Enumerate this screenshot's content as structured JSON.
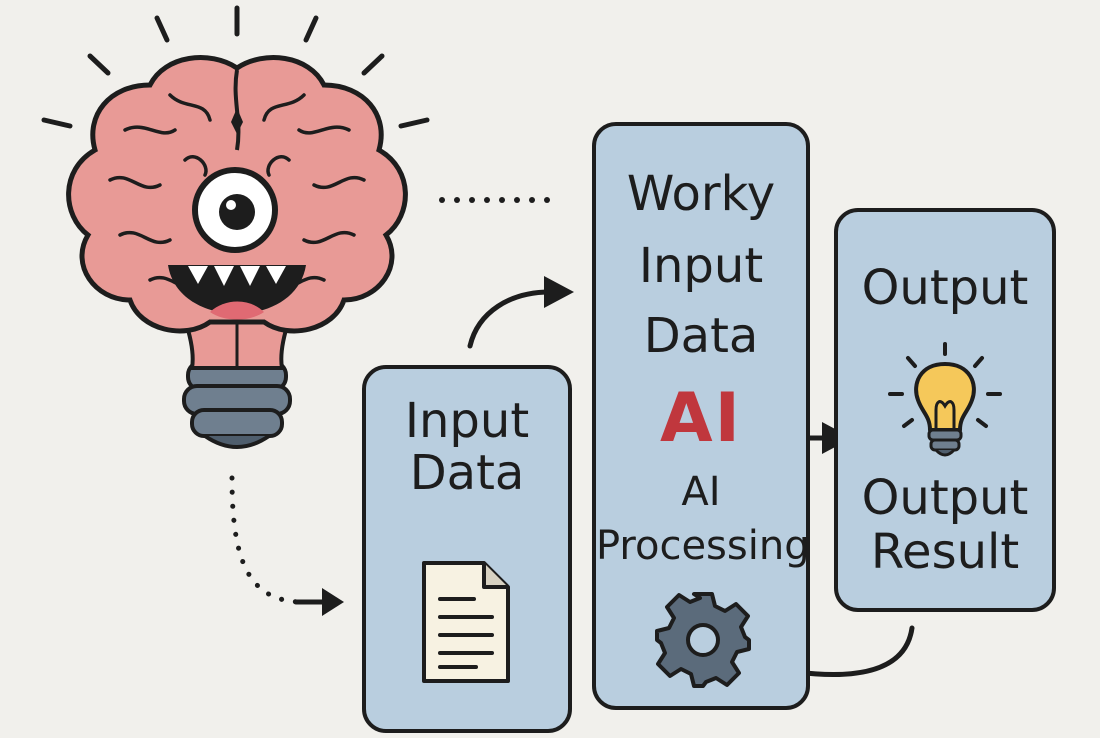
{
  "input_box": {
    "title_line1": "Input",
    "title_line2": "Data"
  },
  "process_box": {
    "title_line1": "Worky",
    "title_line2": "Input",
    "title_line3": "Data",
    "ai_label": "AI",
    "sub_line1": "AI",
    "sub_line2": "Processing"
  },
  "output_box": {
    "title": "Output",
    "result_line1": "Output",
    "result_line2": "Result"
  },
  "colors": {
    "background": "#f1f0ec",
    "box_fill": "#b9cedf",
    "outline": "#1d1d1d",
    "brain_pink": "#e89a96",
    "ai_red": "#c0373d",
    "bulb_yellow": "#f5c85a",
    "gear_gray": "#5b6b7b"
  },
  "icons": [
    "brain-lightbulb-mascot-icon",
    "document-icon",
    "gear-icon",
    "lightbulb-icon"
  ]
}
